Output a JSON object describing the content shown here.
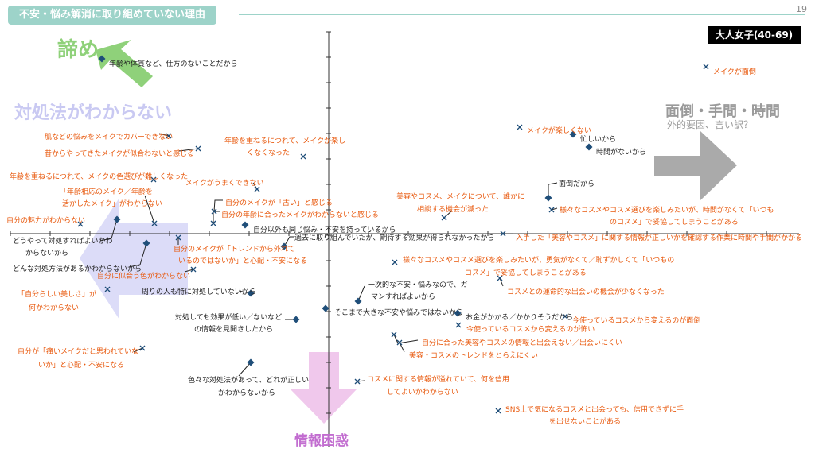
{
  "page": {
    "title": "不安・悩み解消に取り組めていない理由",
    "page_number": "19",
    "segment": "大人女子(40-69)"
  },
  "quadrant_labels": {
    "top_left": "諦め",
    "left_upper": "対処法がわからない",
    "right": "面倒・手間・時間",
    "right_sub": "外的要因、言い訳？",
    "bottom": "情報困惑"
  },
  "colors": {
    "title_bar": "#9dd3c9",
    "diamond": "#1f4e79",
    "cross": "#1f4e79",
    "orange_text": "#e8580c",
    "black_text": "#222222",
    "green": "#8fd17a",
    "blue_light": "#dcdcf8",
    "blue_text": "#c9c9f2",
    "gray": "#aaaaaa",
    "pink": "#f0c8ec",
    "pink_text": "#c26dd0"
  },
  "chart_data": {
    "type": "scatter",
    "title": "",
    "xlabel": "",
    "ylabel": "",
    "grid": false,
    "legend": "none",
    "series": [
      {
        "marker": "diamond",
        "text_color": "black",
        "points": [
          {
            "label": "年齢や体質など、仕方のないことだから"
          },
          {
            "label": "忙しいから"
          },
          {
            "label": "時間がないから"
          },
          {
            "label": "面倒だから"
          },
          {
            "label": "自分以外も同じ悩み・不安を持っているから"
          },
          {
            "label": "過去に取り組んでいたが、期待する効果が得られなかったから"
          },
          {
            "label": "どうやって対処すればよいかわからないから"
          },
          {
            "label": "どんな対処方法があるかわからないから"
          },
          {
            "label": "周りの人も特に対処していないから"
          },
          {
            "label": "一次的な不安・悩みなので、ガマンすればよいから"
          },
          {
            "label": "そこまで大きな不安や悩みではないから"
          },
          {
            "label": "お金がかかる／かかりそうだから"
          },
          {
            "label": "対処しても効果が低い／ないなどの情報を見聞きしたから"
          },
          {
            "label": "色々な対処法があって、どれが正しいかわからないから"
          }
        ]
      },
      {
        "marker": "cross",
        "text_color": "orange",
        "points": [
          {
            "label": "メイクが面倒"
          },
          {
            "label": "メイクが楽しくない"
          },
          {
            "label": "肌などの悩みをメイクでカバーできない"
          },
          {
            "label": "昔からやってきたメイクが似合わないと感じる"
          },
          {
            "label": "年齢を重ねるにつれて、メイクが楽しくなくなった"
          },
          {
            "label": "年齢を重ねるにつれて、メイクの色選びが難しくなった"
          },
          {
            "label": "メイクがうまくできない"
          },
          {
            "label": "「年齢相応のメイク／年齢を活かしたメイク」がわからない"
          },
          {
            "label": "自分のメイクが「古い」と感じる"
          },
          {
            "label": "自分の年齢に合ったメイクがわからないと感じる"
          },
          {
            "label": "自分の魅力がわからない"
          },
          {
            "label": "美容やコスメ、メイクについて、誰かに相談する機会が減った"
          },
          {
            "label": "様々なコスメやコスメ選びを楽しみたいが、時間がなくて「いつものコスメ」で妥協してしまうことがある"
          },
          {
            "label": "入手した「美容やコスメ」に関する情報が正しいかを確認する作業に時間や手間がかかる"
          },
          {
            "label": "自分のメイクが「トレンドから外れているのではないか」と心配・不安になる"
          },
          {
            "label": "自分に似合う色がわからない"
          },
          {
            "label": "様々なコスメやコスメ選びを楽しみたいが、勇気がなくて／恥ずかしくて「いつものコスメ」で妥協してしまうことがある"
          },
          {
            "label": "コスメとの運命的な出会いの機会が少なくなった"
          },
          {
            "label": "「自分らしい美しさ」が何かわからない"
          },
          {
            "label": "今使っているコスメから変えるのが面倒"
          },
          {
            "label": "今使っているコスメから変えるのが怖い"
          },
          {
            "label": "自分に合った美容やコスメの情報と出会えない／出会いにくい"
          },
          {
            "label": "美容・コスメのトレンドをとらえにくい"
          },
          {
            "label": "自分が「痛いメイクだと思われていないか」と心配・不安になる"
          },
          {
            "label": "コスメに関する情報が溢れていて、何を信用してよいかわからない"
          },
          {
            "label": "SNS上で気になるコスメと出会っても、信用できずに手を出せないことがある"
          }
        ]
      }
    ]
  }
}
